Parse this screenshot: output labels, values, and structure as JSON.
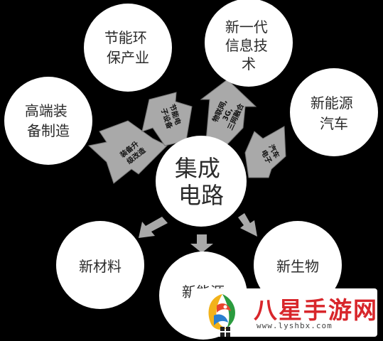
{
  "center": {
    "line1": "集成",
    "line2": "电路"
  },
  "nodes": {
    "energy_saving": [
      "节能环",
      "保产业"
    ],
    "it": [
      "新一代",
      "信息技",
      "术"
    ],
    "nev": [
      "新能源",
      "汽车"
    ],
    "high_end": [
      "高端装",
      "备制造"
    ],
    "materials": [
      "新材料"
    ],
    "new_energy": [
      "新能源"
    ],
    "bio": [
      "新生物"
    ]
  },
  "arrows": {
    "upgrade": [
      "装备升",
      "级改造"
    ],
    "energy_device": [
      "节能电",
      "子设备"
    ],
    "iot": [
      "物联网,",
      "3G,",
      "三网融合"
    ],
    "auto": [
      "汽车",
      "电子"
    ]
  },
  "watermark": {
    "title": "八星手游网",
    "url": "www.lyshbx.com"
  },
  "colors": {
    "background": "#000000",
    "node": "#ffffff",
    "arrow": "#a9a9a9",
    "watermark_red": "#d8262b"
  }
}
